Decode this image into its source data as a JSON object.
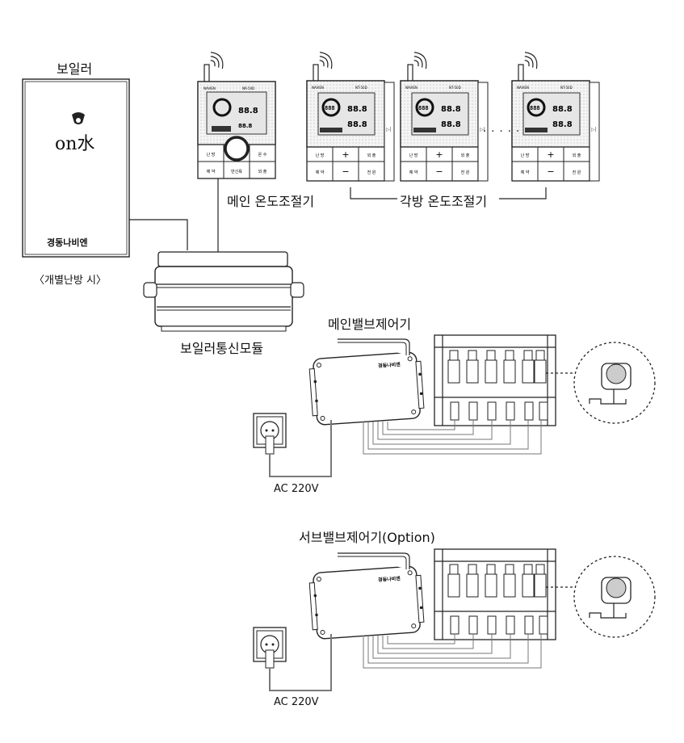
{
  "labels": {
    "boiler": "보일러",
    "boiler_brand": "on水",
    "boiler_maker": "경동나비엔",
    "individual_heating": "〈개별난방 시〉",
    "main_thermostat": "메인 온도조절기",
    "room_thermostats": "각방 온도조절기",
    "comm_module": "보일러통신모듈",
    "main_valve_controller": "메인밸브제어기",
    "sub_valve_controller": "서브밸브제어기(Option)",
    "ac_voltage_1": "AC  220V",
    "ac_voltage_2": "AC  220V",
    "ellipsis": "· · · · ·"
  },
  "thermostat": {
    "brand": "NAVIEN",
    "model_main": "NR-50D",
    "model_room": "NT-50D",
    "display_value": "88.8",
    "main_buttons": [
      "난방",
      "온수",
      "예약",
      "반신욕",
      "외출"
    ],
    "room_buttons": [
      "난방",
      "+",
      "외출",
      "예약",
      "−",
      "전원"
    ]
  },
  "controller": {
    "brand": "경동나비엔"
  },
  "colors": {
    "line": "#222222",
    "cable": "#7a7a7a",
    "fill_light": "#f2f2f2",
    "display": "#e6e6e6"
  }
}
